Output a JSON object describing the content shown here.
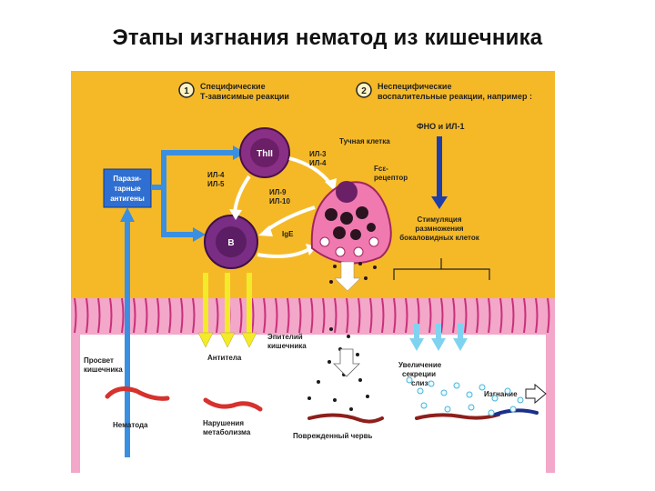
{
  "title": "Этапы изгнания нематод из кишечника",
  "colors": {
    "background_top": "#f5b928",
    "background_bottom": "#ffffff",
    "intestine": "#f3a7c9",
    "villi_dark": "#c8307a",
    "t_cell": "#8a2f86",
    "b_cell": "#7a2d85",
    "mast_cell": "#f07ab0",
    "blue_arrow": "#3b8fe0",
    "dark_blue_arrow": "#1f3ea8",
    "yellow_arrow": "#f3ea2a",
    "light_blue_arrow": "#7fd3f0",
    "worm": "#d6322e"
  },
  "sections": {
    "one": {
      "number": "1",
      "line1": "Специфические",
      "line2": "Т-зависимые реакции"
    },
    "two": {
      "number": "2",
      "line1": "Неспецифические",
      "line2": "воспалительные реакции, например :"
    }
  },
  "labels": {
    "th2": "ThII",
    "b_cell": "B",
    "parasite_line1": "Парази-",
    "parasite_line2": "тарные",
    "parasite_line3": "антигены",
    "il45_line1": "ИЛ-4",
    "il45_line2": "ИЛ-5",
    "il34_line1": "ИЛ-3",
    "il34_line2": "ИЛ-4",
    "il910_line1": "ИЛ-9",
    "il910_line2": "ИЛ-10",
    "mast_cell": "Тучная клетка",
    "fce_line1": "Fcε-",
    "fce_line2": "рецептор",
    "ige": "IgE",
    "tnf": "ФНО и ИЛ-1",
    "stim_line1": "Стимуляция",
    "stim_line2": "размножения",
    "stim_line3": "бокаловидных клеток",
    "lumen_line1": "Просвет",
    "lumen_line2": "кишечника",
    "epithelium_line1": "Эпителий",
    "epithelium_line2": "кишечника",
    "antibodies": "Антитела",
    "mucus_line1": "Увеличение",
    "mucus_line2": "секреции",
    "mucus_line3": "слизи",
    "expulsion": "Изгнание",
    "nematode": "Нематода",
    "metab_line1": "Нарушения",
    "metab_line2": "метаболизма",
    "damaged_worm": "Поврежденный червь"
  }
}
